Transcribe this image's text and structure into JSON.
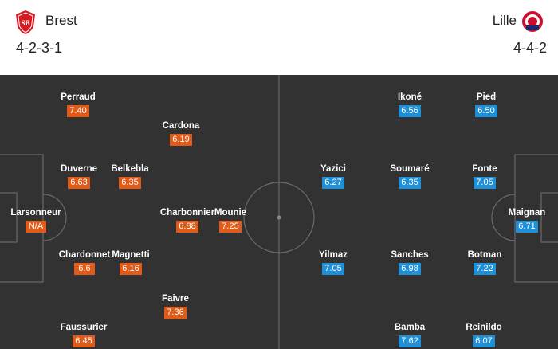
{
  "home": {
    "name": "Brest",
    "formation": "4-2-3-1",
    "players": [
      {
        "name": "Perraud",
        "rating": "7.40"
      },
      {
        "name": "Cardona",
        "rating": "6.19"
      },
      {
        "name": "Duverne",
        "rating": "6.63"
      },
      {
        "name": "Belkebla",
        "rating": "6.35"
      },
      {
        "name": "Larsonneur",
        "rating": "N/A"
      },
      {
        "name": "Charbonnier",
        "rating": "6.88"
      },
      {
        "name": "Mounie",
        "rating": "7.25"
      },
      {
        "name": "Chardonnet",
        "rating": "6.6"
      },
      {
        "name": "Magnetti",
        "rating": "6.16"
      },
      {
        "name": "Faivre",
        "rating": "7.36"
      },
      {
        "name": "Faussurier",
        "rating": "6.45"
      }
    ]
  },
  "away": {
    "name": "Lille",
    "formation": "4-4-2",
    "players": [
      {
        "name": "Ikoné",
        "rating": "6.56"
      },
      {
        "name": "Pied",
        "rating": "6.50"
      },
      {
        "name": "Yazici",
        "rating": "6.27"
      },
      {
        "name": "Soumaré",
        "rating": "6.35"
      },
      {
        "name": "Fonte",
        "rating": "7.05"
      },
      {
        "name": "Maignan",
        "rating": "6.71"
      },
      {
        "name": "Yilmaz",
        "rating": "7.05"
      },
      {
        "name": "Sanches",
        "rating": "6.98"
      },
      {
        "name": "Botman",
        "rating": "7.22"
      },
      {
        "name": "Bamba",
        "rating": "7.62"
      },
      {
        "name": "Reinildo",
        "rating": "6.07"
      }
    ]
  },
  "colors": {
    "home_rating": "#e05a1a",
    "away_rating": "#1f8fd6",
    "pitch": "#323232"
  },
  "icons": {
    "home_crest": "brest-crest-icon",
    "away_crest": "lille-crest-icon"
  }
}
